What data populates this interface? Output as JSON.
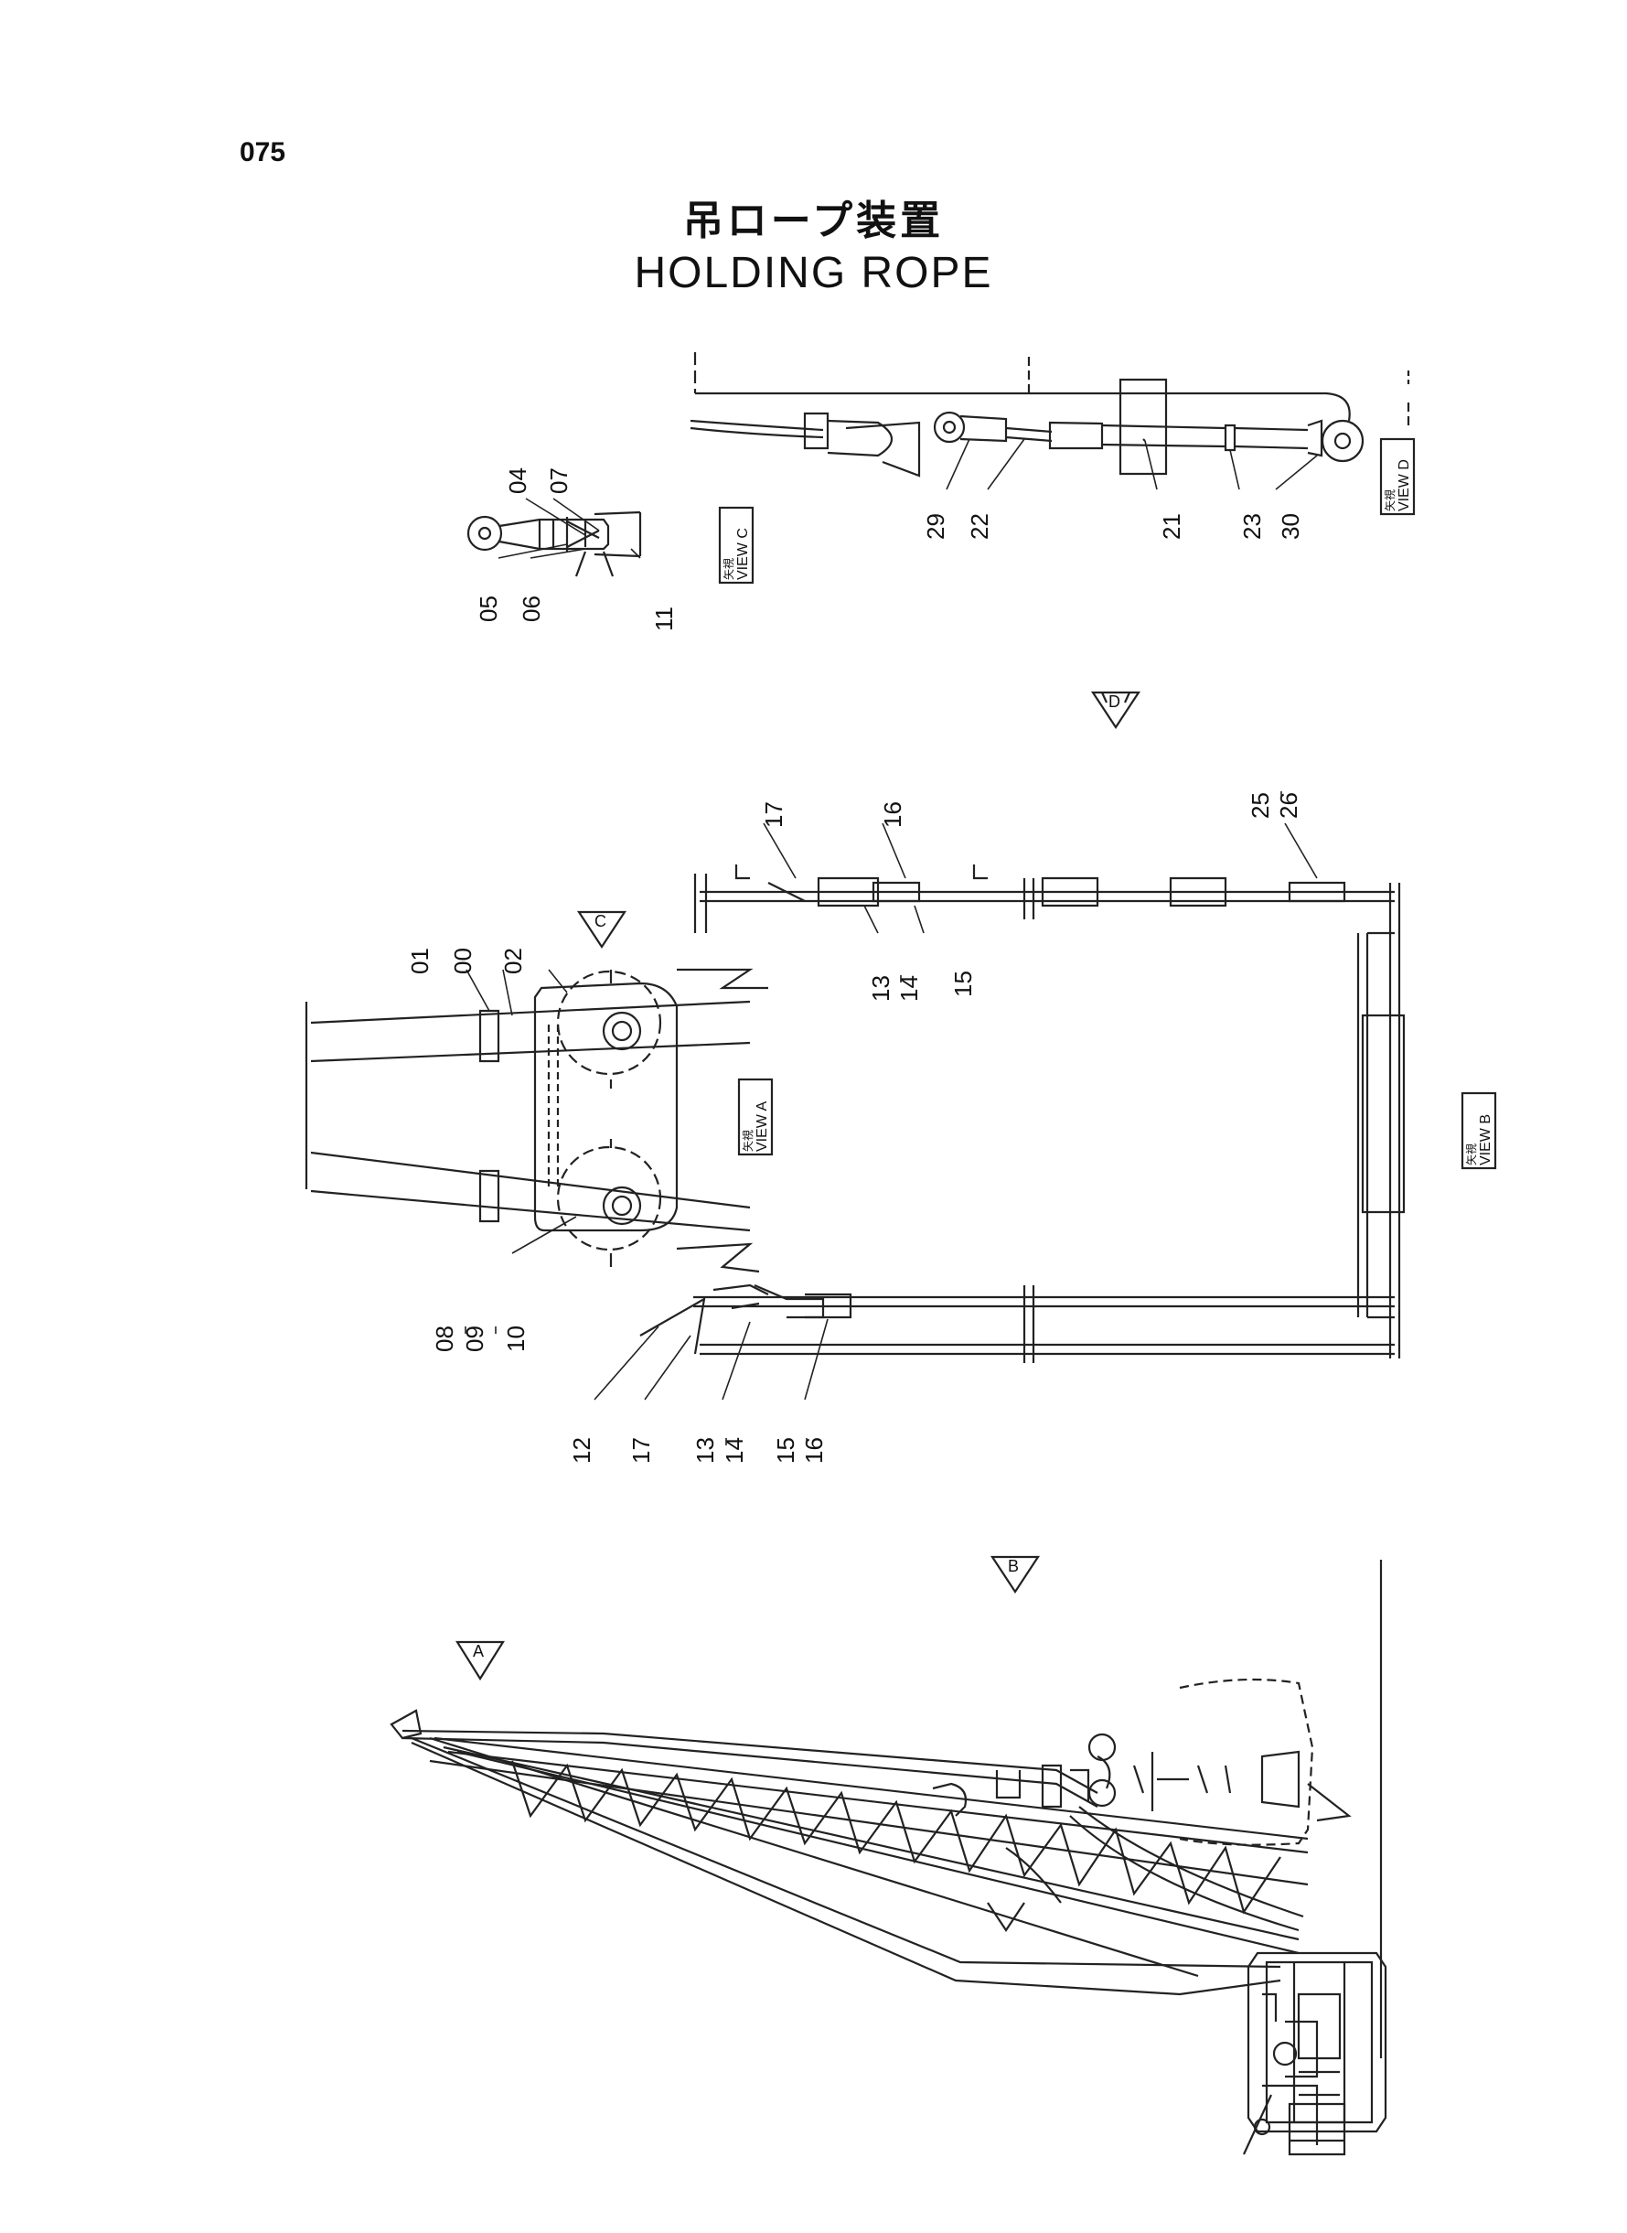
{
  "page_number": "075",
  "title": {
    "japanese": "吊ロープ装置",
    "english": "HOLDING ROPE"
  },
  "view_labels": {
    "view_a": {
      "kanji": "矢視",
      "text": "VIEW A"
    },
    "view_b": {
      "kanji": "矢視",
      "text": "VIEW B"
    },
    "view_c": {
      "kanji": "矢視",
      "text": "VIEW C"
    },
    "view_d": {
      "kanji": "矢視",
      "text": "VIEW D"
    }
  },
  "view_markers": {
    "a": "A",
    "b": "B",
    "c": "C",
    "d": "D"
  },
  "callouts": {
    "view_c": {
      "c04": "04",
      "c07": "07",
      "c05": "05",
      "c06": "06",
      "c11": "11"
    },
    "view_d": {
      "c29": "29",
      "c22": "22",
      "c21": "21",
      "c23": "23",
      "c30": "30"
    },
    "view_a": {
      "c01": "01",
      "c00": "00",
      "c02": "02",
      "c08": "08",
      "c09": "09",
      "c10": "10"
    },
    "view_b_upper": {
      "c17": "17",
      "c16": "16",
      "c25": "25",
      "c26": "26",
      "c13": "13",
      "c14": "14",
      "c15": "15"
    },
    "view_b_lower": {
      "c12": "12",
      "c17": "17",
      "c13": "13",
      "c14": "14",
      "c15": "15",
      "c16": "16"
    }
  },
  "colors": {
    "line": "#222222",
    "paper": "#ffffff"
  }
}
